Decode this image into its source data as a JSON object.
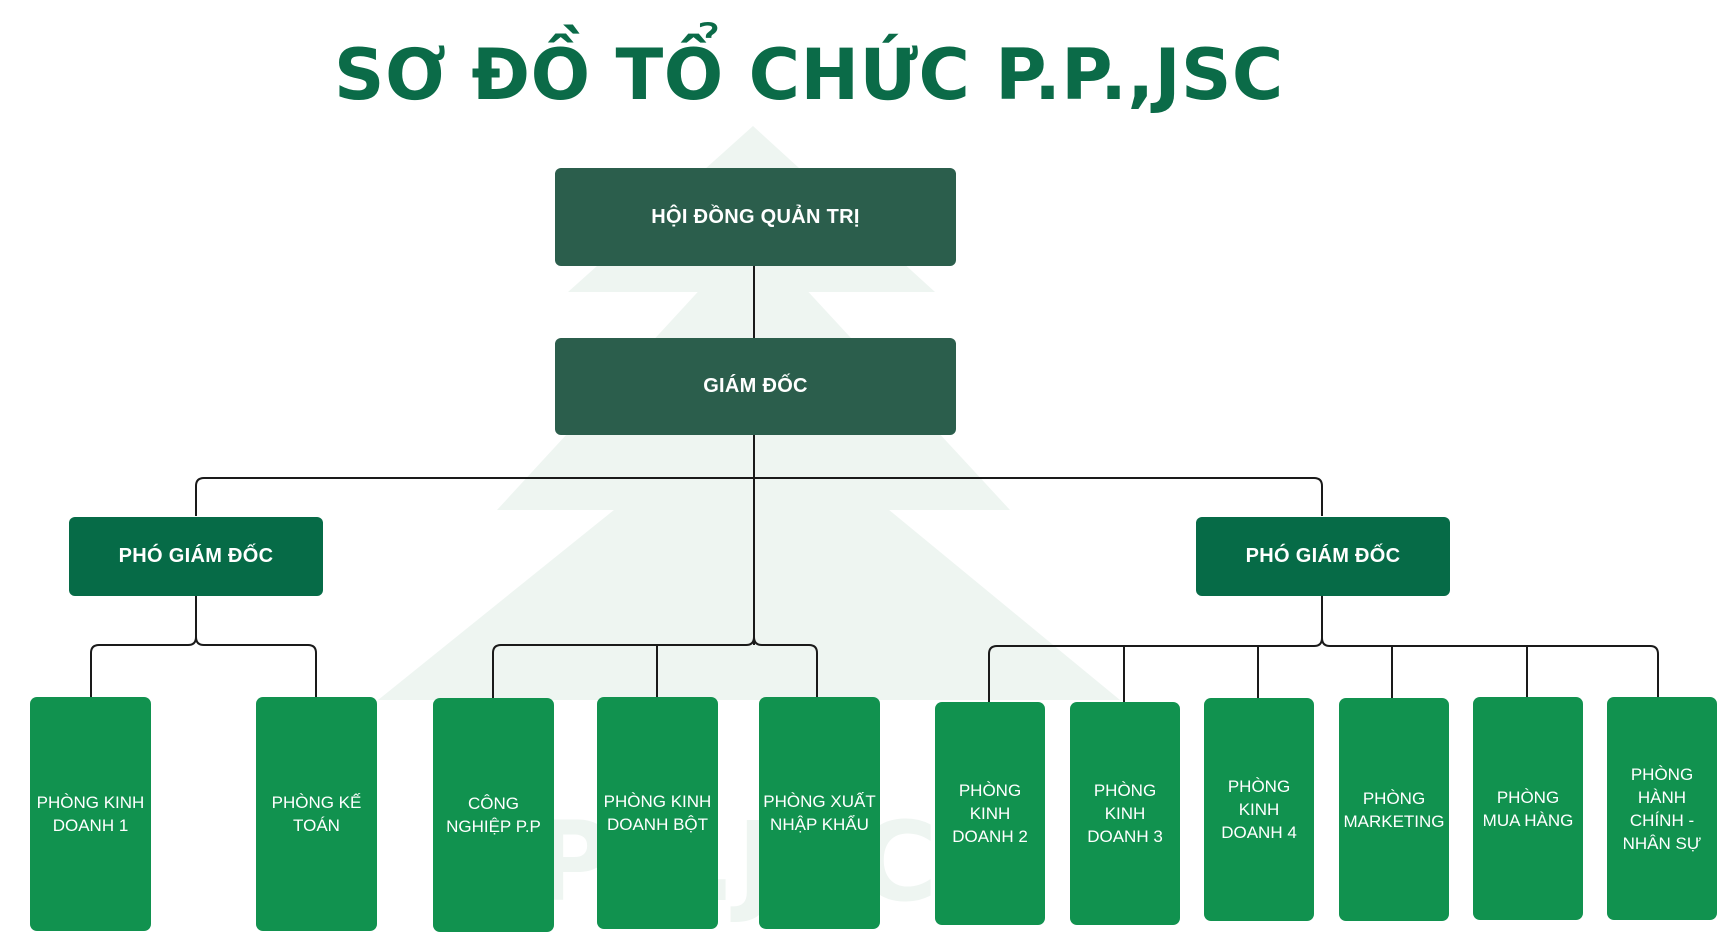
{
  "title": "SƠ ĐỒ TỔ CHỨC P.P.,JSC",
  "watermark": {
    "text": "P.P.JSC",
    "icon": "pine-tree-icon",
    "color": "#eef5f1"
  },
  "colors": {
    "title": "#0b6b48",
    "board_box": "#2b5e4c",
    "vice_box": "#066b47",
    "dept_box": "#11924f",
    "lines": "#1a1a1a"
  },
  "board": {
    "label": "HỘI ĐỒNG QUẢN TRỊ"
  },
  "director": {
    "label": "GIÁM ĐỐC"
  },
  "vice_directors": [
    {
      "label": "PHÓ GIÁM ĐỐC"
    },
    {
      "label": "PHÓ GIÁM ĐỐC"
    }
  ],
  "departments": [
    {
      "label": "PHÒNG KINH DOANH 1",
      "reports_to": "PHÓ GIÁM ĐỐC"
    },
    {
      "label": "PHÒNG KẾ TOÁN",
      "reports_to": "PHÓ GIÁM ĐỐC"
    },
    {
      "label": "CÔNG NGHIỆP P.P",
      "reports_to": "GIÁM ĐỐC"
    },
    {
      "label": "PHÒNG KINH DOANH BỘT",
      "reports_to": "GIÁM ĐỐC"
    },
    {
      "label": "PHÒNG XUẤT NHẬP KHẨU",
      "reports_to": "GIÁM ĐỐC"
    },
    {
      "label": "PHÒNG KINH DOANH 2",
      "reports_to": "PHÓ GIÁM ĐỐC"
    },
    {
      "label": "PHÒNG KINH DOANH 3",
      "reports_to": "PHÓ GIÁM ĐỐC"
    },
    {
      "label": "PHÒNG KINH DOANH 4",
      "reports_to": "PHÓ GIÁM ĐỐC"
    },
    {
      "label": "PHÒNG MARKETING",
      "reports_to": "PHÓ GIÁM ĐỐC"
    },
    {
      "label": "PHÒNG MUA HÀNG",
      "reports_to": "PHÓ GIÁM ĐỐC"
    },
    {
      "label": "PHÒNG HÀNH CHÍNH - NHÂN SỰ",
      "reports_to": "PHÓ GIÁM ĐỐC"
    }
  ]
}
